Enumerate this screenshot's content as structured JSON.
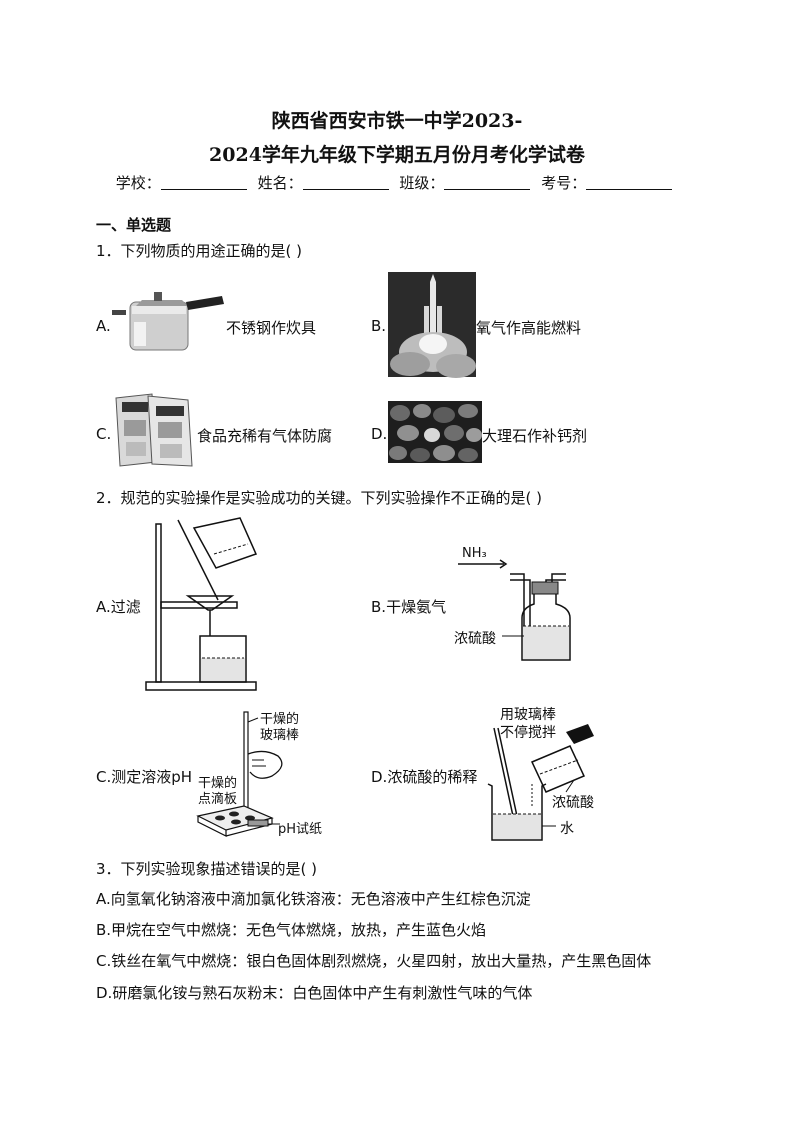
{
  "header": {
    "title_line1": "陕西省西安市铁一中学2023-",
    "title_line2": "2024学年九年级下学期五月份月考化学试卷",
    "fields": [
      "学校：",
      "姓名：",
      "班级：",
      "考号："
    ]
  },
  "section1": {
    "title": "一、单选题"
  },
  "q1": {
    "stem": "1．下列物质的用途正确的是(  )",
    "options": [
      {
        "letter": "A.",
        "text": "不锈钢作炊具",
        "image_icon": "pressure-cooker-icon"
      },
      {
        "letter": "B.",
        "text": "氧气作高能燃料",
        "image_icon": "rocket-launch-icon"
      },
      {
        "letter": "C.",
        "text": "食品充稀有气体防腐",
        "image_icon": "food-package-icon"
      },
      {
        "letter": "D.",
        "text": "大理石作补钙剂",
        "image_icon": "marble-stones-icon"
      }
    ]
  },
  "q2": {
    "stem": "2．规范的实验操作是实验成功的关键。下列实验操作不正确的是(  )",
    "options": [
      {
        "letter": "A.",
        "text": "过滤"
      },
      {
        "letter": "B.",
        "text": "干燥氨气",
        "gas_label": "NH₃",
        "liquid_label": "浓硫酸"
      },
      {
        "letter": "C.",
        "text": "测定溶液pH",
        "label_rod_1": "干燥的",
        "label_rod_2": "玻璃棒",
        "label_plate_1": "干燥的",
        "label_plate_2": "点滴板",
        "label_paper": "pH试纸"
      },
      {
        "letter": "D.",
        "text": "浓硫酸的稀释",
        "label_stir_1": "用玻璃棒",
        "label_stir_2": "不停搅拌",
        "label_acid": "浓硫酸",
        "label_water": "水"
      }
    ]
  },
  "q3": {
    "stem": "3．下列实验现象描述错误的是(  )",
    "options": [
      "A.向氢氧化钠溶液中滴加氯化铁溶液：无色溶液中产生红棕色沉淀",
      "B.甲烷在空气中燃烧：无色气体燃烧，放热，产生蓝色火焰",
      "C.铁丝在氧气中燃烧：银白色固体剧烈燃烧，火星四射，放出大量热，产生黑色固体",
      "D.研磨氯化铵与熟石灰粉末：白色固体中产生有刺激性气味的气体"
    ]
  }
}
